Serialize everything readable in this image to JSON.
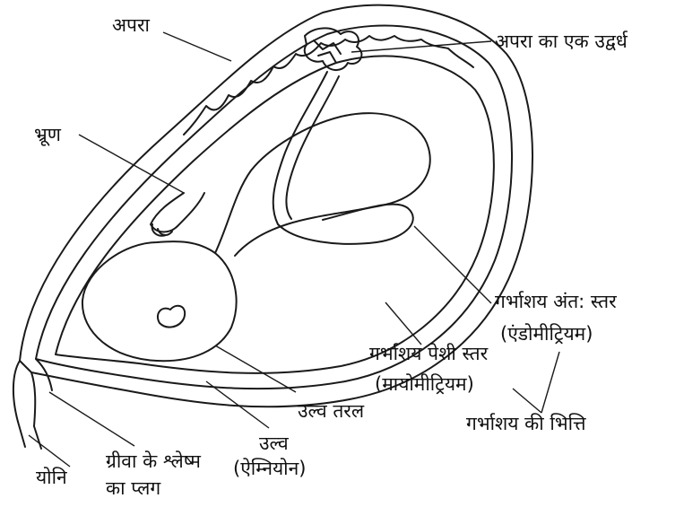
{
  "labels": {
    "placenta": "अपरा",
    "villus": "अपरा का एक उद्वर्ध",
    "embryo": "भ्रूण",
    "endometrium_1": "गर्भाशय अंत: स्तर",
    "endometrium_2": "(एंडोमीट्रियम)",
    "myometrium_1": "गर्भाशय पेशी स्तर",
    "myometrium_2": "(मायोमीट्रियम)",
    "uterine_wall": "गर्भाशय की भित्ति",
    "amniotic_fluid": "उल्व तरल",
    "amnion_1": "उल्व",
    "amnion_2": "(ऐम्नियोन)",
    "cervical_plug_1": "ग्रीवा के श्लेष्म",
    "cervical_plug_2": "का प्लग",
    "vagina": "योनि"
  }
}
